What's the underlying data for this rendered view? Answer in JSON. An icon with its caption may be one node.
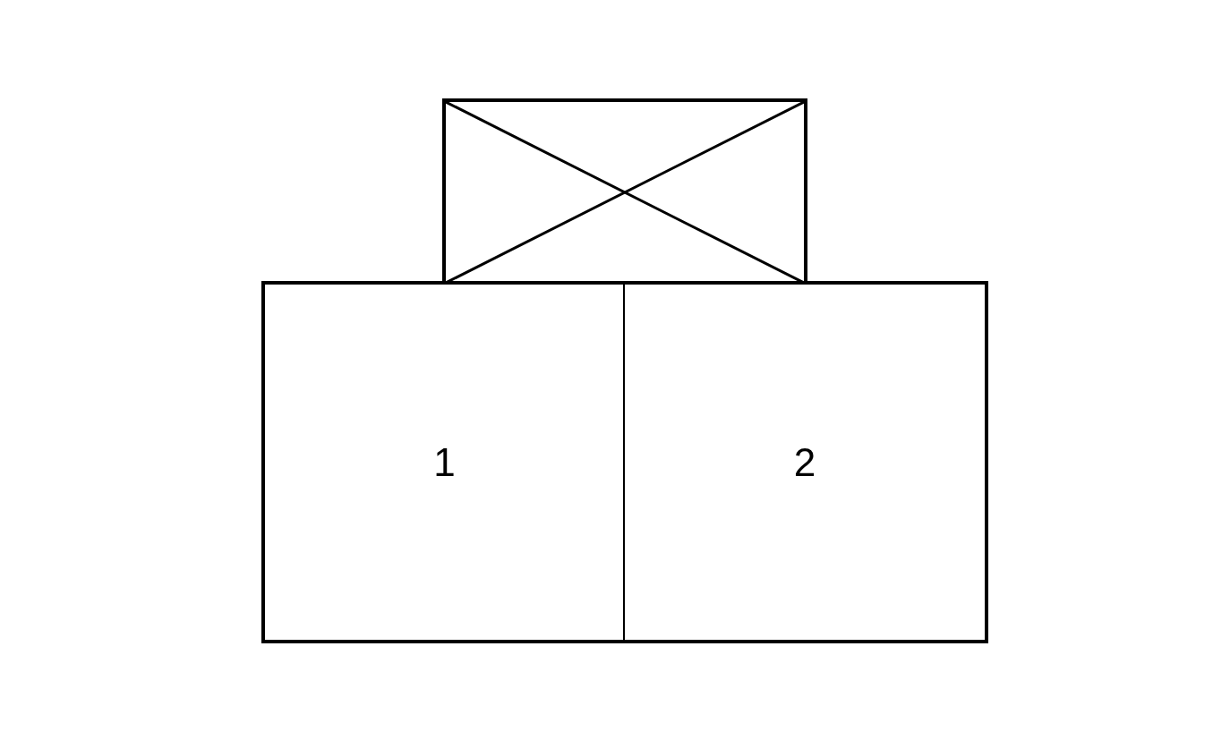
{
  "diagram": {
    "nodes": [
      {
        "text": [],
        "shape": "box"
      },
      {
        "text": [
          "1"
        ]
      },
      {
        "text": [
          "2"
        ]
      }
    ]
  }
}
